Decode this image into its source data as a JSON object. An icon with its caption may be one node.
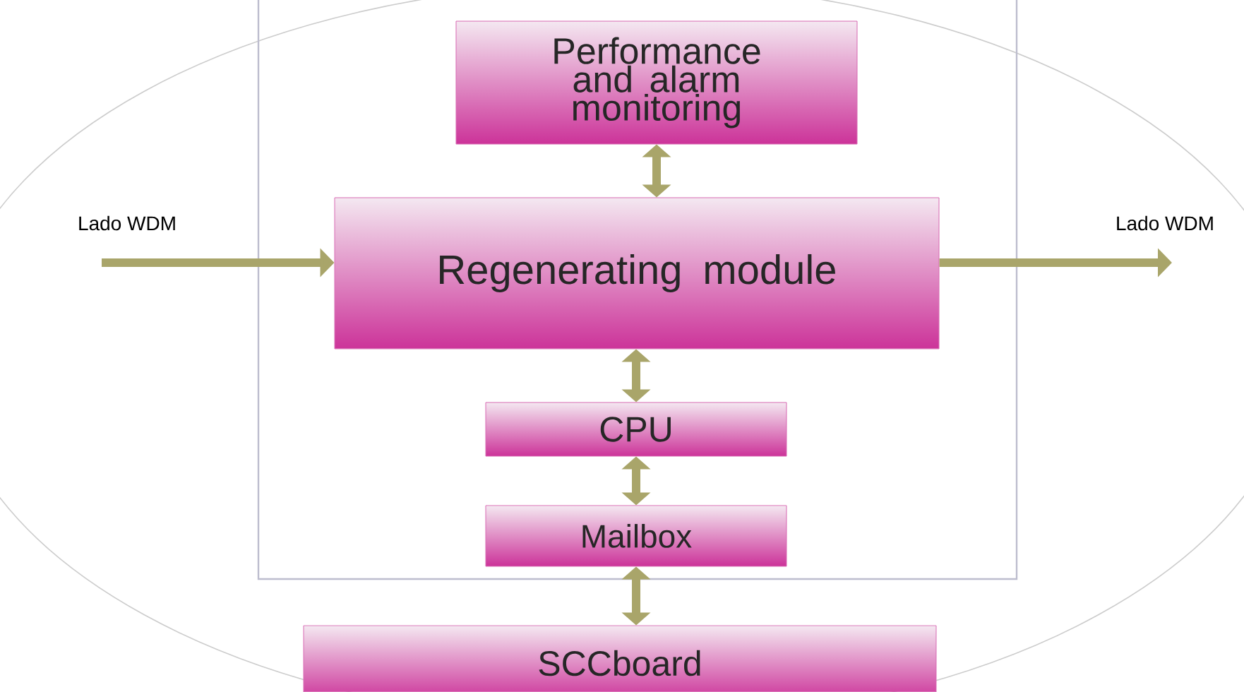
{
  "diagram": {
    "nodes": [
      {
        "text": [],
        "shape": "box"
      },
      {
        "text": [
          "Performance and alarm monitoring"
        ],
        "in": 0
      },
      {
        "text": [
          "Regenerating module"
        ],
        "in": 0
      },
      {
        "text": [
          "CPU"
        ],
        "in": 0
      },
      {
        "text": [
          "Mailbox"
        ],
        "in": 0
      },
      {
        "text": [
          "SCCboard"
        ]
      }
    ],
    "edges": [
      {
        "from": null,
        "to": 2,
        "arrow": "to"
      },
      {
        "from": 2,
        "to": null,
        "arrow": "to"
      },
      {
        "from": 1,
        "to": 2,
        "arrow": "both"
      },
      {
        "from": 2,
        "to": 3,
        "arrow": "both"
      },
      {
        "from": 3,
        "to": 4,
        "arrow": "both"
      },
      {
        "from": 4,
        "to": 5,
        "arrow": "both"
      }
    ],
    "labels": [
      "Lado WDM",
      "Lado WDM"
    ]
  }
}
